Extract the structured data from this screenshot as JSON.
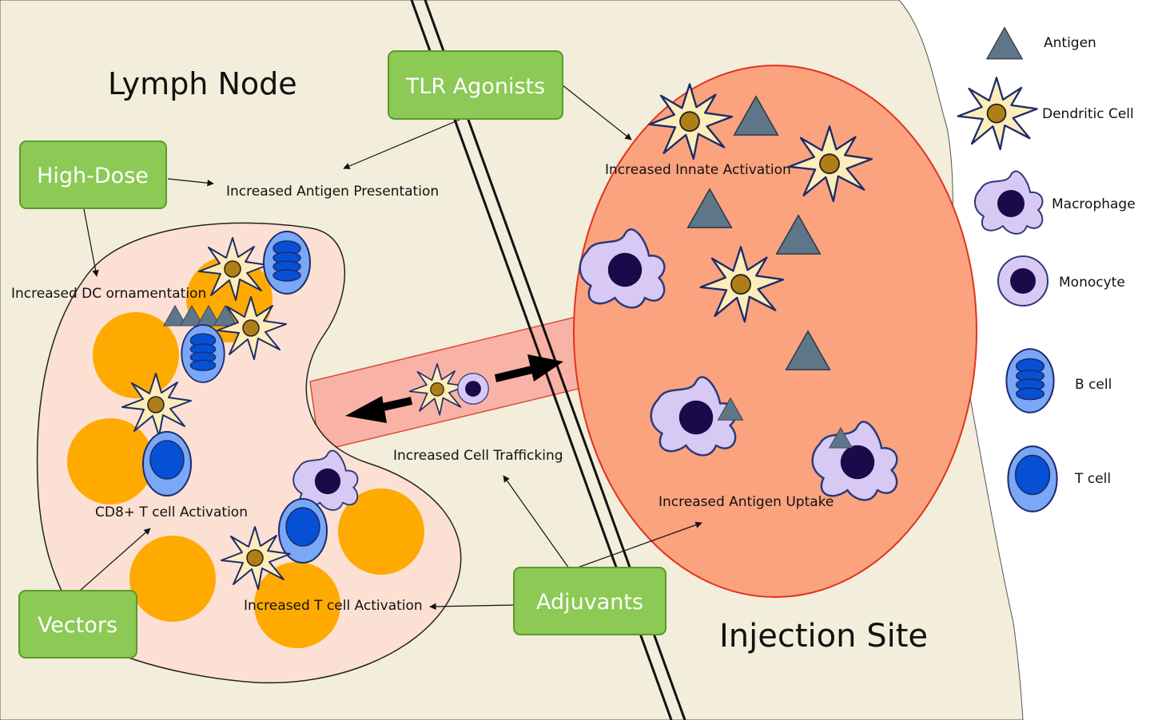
{
  "regions": {
    "lymph_node": "Lymph Node",
    "injection_site": "Injection Site"
  },
  "boxes": {
    "tlr_agonists": "TLR Agonists",
    "high_dose": "High-Dose",
    "vectors": "Vectors",
    "adjuvants": "Adjuvants"
  },
  "effects": {
    "antigen_presentation": "Increased Antigen Presentation",
    "dc_ornamentation": "Increased DC ornamentation",
    "cd8_activation": "CD8+ T cell Activation",
    "t_cell_activation": "Increased T cell Activation",
    "cell_trafficking": "Increased Cell Trafficking",
    "innate_activation": "Increased Innate Activation",
    "antigen_uptake": "Increased Antigen Uptake"
  },
  "legend": {
    "antigen": "Antigen",
    "dendritic_cell": "Dendritic Cell",
    "macrophage": "Macrophage",
    "monocyte": "Monocyte",
    "b_cell": "B cell",
    "t_cell": "T cell"
  },
  "colors": {
    "background": "#f3eddb",
    "box_fill": "#8cc955",
    "box_stroke": "#5a9a2c",
    "lymph_node_fill": "#fce0d4",
    "injection_fill": "#fba37e",
    "injection_stroke": "#e0331e",
    "vessel_fill": "#f9b2a6",
    "orange_cell": "#ffaa00",
    "antigen": "#5f7689",
    "dc_fill": "#fcedb9",
    "dc_nucleus": "#b07e17",
    "macrophage_fill": "#d8c9f4",
    "macrophage_nucleus": "#1b0a4a",
    "b_cell_fill": "#7aa7f6",
    "t_cell_core": "#0650d6"
  }
}
